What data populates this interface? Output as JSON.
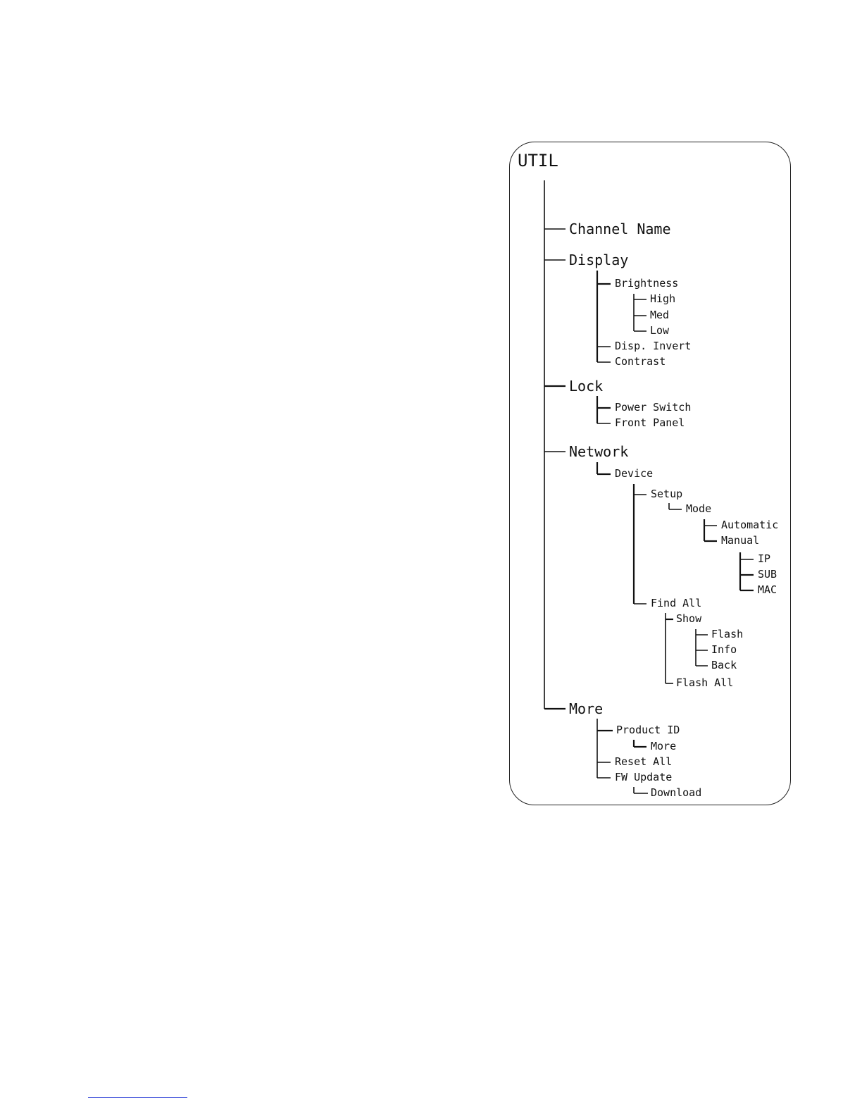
{
  "menu": {
    "root": "UTIL",
    "channel_name": "Channel Name",
    "display": {
      "label": "Display",
      "brightness": {
        "label": "Brightness",
        "high": "High",
        "med": "Med",
        "low": "Low"
      },
      "disp_invert": "Disp. Invert",
      "contrast": "Contrast"
    },
    "lock": {
      "label": "Lock",
      "power_switch": "Power Switch",
      "front_panel": "Front Panel"
    },
    "network": {
      "label": "Network",
      "device": {
        "label": "Device",
        "setup": {
          "label": "Setup",
          "mode": {
            "label": "Mode",
            "automatic": "Automatic",
            "manual": {
              "label": "Manual",
              "ip": "IP",
              "sub": "SUB",
              "mac": "MAC"
            }
          }
        },
        "find_all": {
          "label": "Find All",
          "show": {
            "label": "Show",
            "flash": "Flash",
            "info": "Info",
            "back": "Back"
          },
          "flash_all": "Flash All"
        }
      }
    },
    "more": {
      "label": "More",
      "product_id": {
        "label": "Product ID",
        "more": "More"
      },
      "reset_all": "Reset All",
      "fw_update": {
        "label": "FW Update",
        "download": "Download"
      }
    }
  }
}
